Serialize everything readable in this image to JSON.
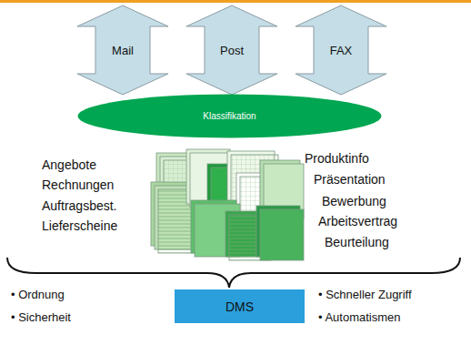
{
  "diagram": {
    "nodes": [
      {
        "text": [
          "Mail"
        ]
      },
      {
        "text": [
          "Post"
        ]
      },
      {
        "text": [
          "FAX"
        ]
      },
      {
        "text": [
          "Klassifikation"
        ]
      },
      {
        "text": [
          "DMS"
        ]
      }
    ],
    "labels": [
      "Angebote",
      "Rechnungen",
      "Auftragsbest.",
      "Lieferscheine",
      "Produktinfo",
      "Präsentation",
      "Bewerbung",
      "Arbeitsvertrag",
      "Beurteilung",
      "• Ordnung",
      "• Sicherheit",
      "• Schneller Zugriff",
      "• Automatismen"
    ]
  }
}
